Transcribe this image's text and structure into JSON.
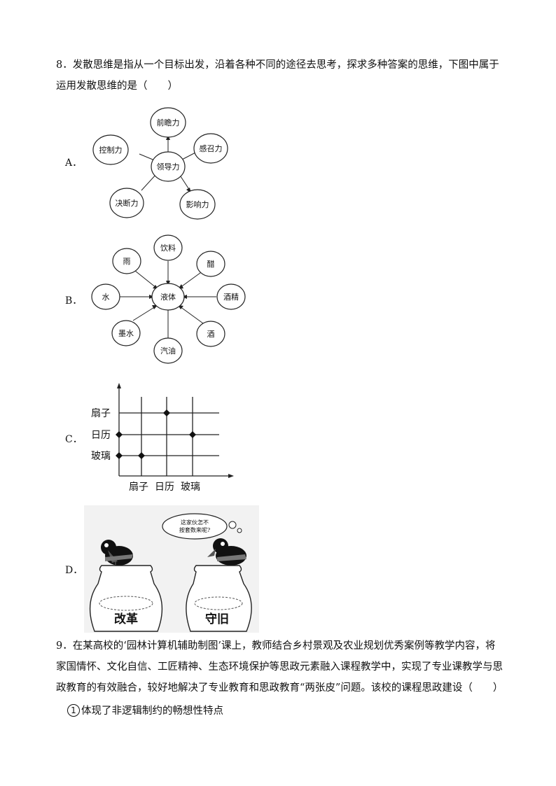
{
  "q8": {
    "line1": "8．发散思维是指从一个目标出发，沿着各种不同的途径去思考，探求多种答案的思维，下图中属于",
    "line2": "运用发散思维的是（　　）",
    "opt_a": "A．",
    "opt_b": "B．",
    "opt_c": "C．",
    "opt_d": "D．"
  },
  "diagram_a": {
    "center": "领导力",
    "nodes": [
      "前瞻力",
      "感召力",
      "影响力",
      "决断力",
      "控制力"
    ]
  },
  "diagram_b": {
    "center": "液体",
    "nodes": [
      "饮料",
      "醋",
      "酒精",
      "酒",
      "汽油",
      "墨水",
      "水",
      "雨"
    ]
  },
  "diagram_c": {
    "row_labels": [
      "扇子",
      "日历",
      "玻璃"
    ],
    "col_labels": [
      "扇子",
      "日历",
      "玻璃"
    ],
    "marked": [
      [
        1,
        2
      ],
      [
        2,
        0
      ],
      [
        2,
        3
      ],
      [
        3,
        0
      ],
      [
        3,
        1
      ]
    ]
  },
  "cartoon_d": {
    "bubble": [
      "这家伙怎不",
      "按套数来呢?"
    ],
    "jar_left": "改革",
    "jar_right": "守旧"
  },
  "q9": {
    "line1": "9．在某高校的‘园林计算机辅助制图’课上，教师结合乡村景观及农业规划优秀案例等教学内容，将",
    "line2": "家国情怀、文化自信、工匠精神、生态环境保护等思政元素融入课程教学中，实现了专业课教学与思",
    "line3": "政教育的有效融合，较好地解决了专业教育和思政教育“两张皮”问题。该校的课程思政建设（　　）",
    "item1_mark": "1",
    "item1_text": "体现了非逻辑制约的畅想性特点"
  }
}
